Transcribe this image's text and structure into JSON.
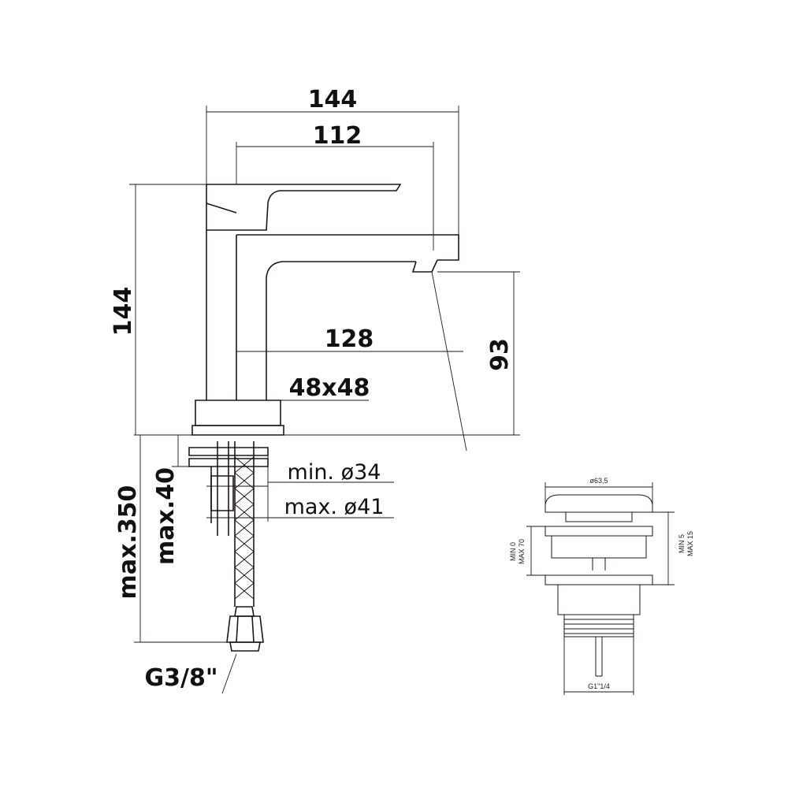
{
  "faucet": {
    "dim_top_width": "144",
    "dim_spout_length": "112",
    "dim_height": "144",
    "dim_reach": "128",
    "dim_spout_height": "93",
    "dim_base": "48x48",
    "dim_max_deck": "max.40",
    "dim_max_hose": "max.350",
    "hole_min": "min. ø34",
    "hole_max": "max. ø41",
    "connection": "G3/8\""
  },
  "waste": {
    "diameter": "ø63,5",
    "min_left": "MIN 0",
    "max_left": "MAX 70",
    "min_right": "MIN 5",
    "max_right": "MAX 15",
    "thread": "G1\"1/4"
  },
  "colors": {
    "line": "#1e1616"
  }
}
